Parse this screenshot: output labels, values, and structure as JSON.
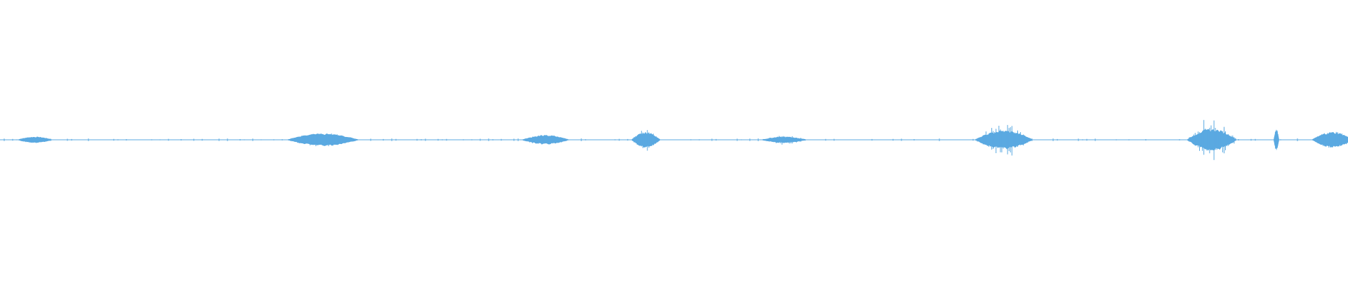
{
  "waveform": {
    "color": "#5aa9e1",
    "background": "#ffffff",
    "segments": [
      {
        "amp": 0.02,
        "spike": 0.0
      },
      {
        "amp": 0.04,
        "spike": 0.0
      },
      {
        "amp": 0.03,
        "spike": 0.0
      },
      {
        "amp": 0.05,
        "spike": 0.02
      },
      {
        "amp": 0.02,
        "spike": 0.01
      },
      {
        "amp": 0.06,
        "spike": 0.05
      },
      {
        "amp": 0.07,
        "spike": 0.08
      },
      {
        "amp": 0.07,
        "spike": 0.1
      },
      {
        "amp": 0.05,
        "spike": 0.0
      }
    ]
  }
}
